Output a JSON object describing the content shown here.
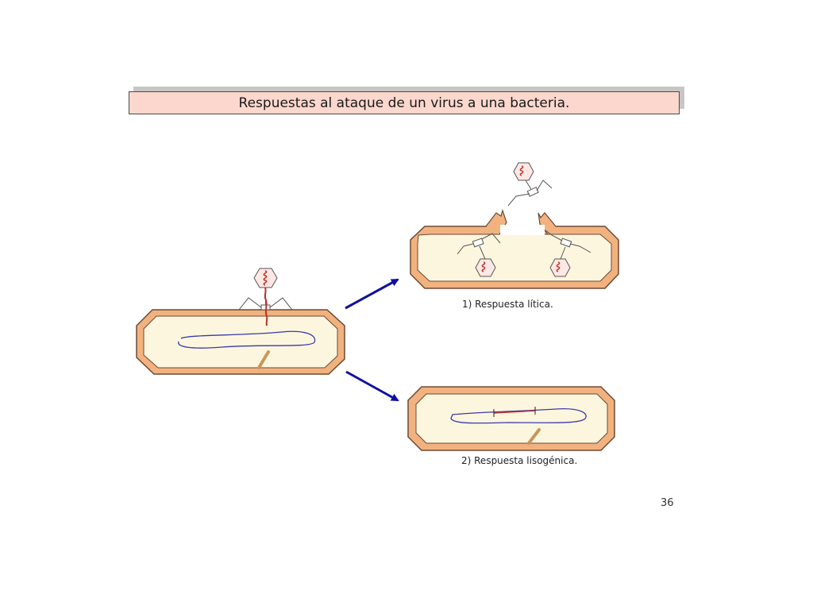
{
  "slide": {
    "title": "Respuestas al ataque de un virus a una bacteria.",
    "page_number": "36"
  },
  "diagram": {
    "lytic_caption": "1) Respuesta lítica.",
    "lysogenic_caption": "2) Respuesta lisogénica."
  },
  "colors": {
    "title_background": "#fcd7cd",
    "cell_wall": "#f2b27f",
    "cell_wall_outline": "#6a4a34",
    "cytoplasm": "#fdf6df",
    "chromosome": "#3a3aaa",
    "arrow": "#1010a0",
    "viral_dna": "#c0302a"
  }
}
